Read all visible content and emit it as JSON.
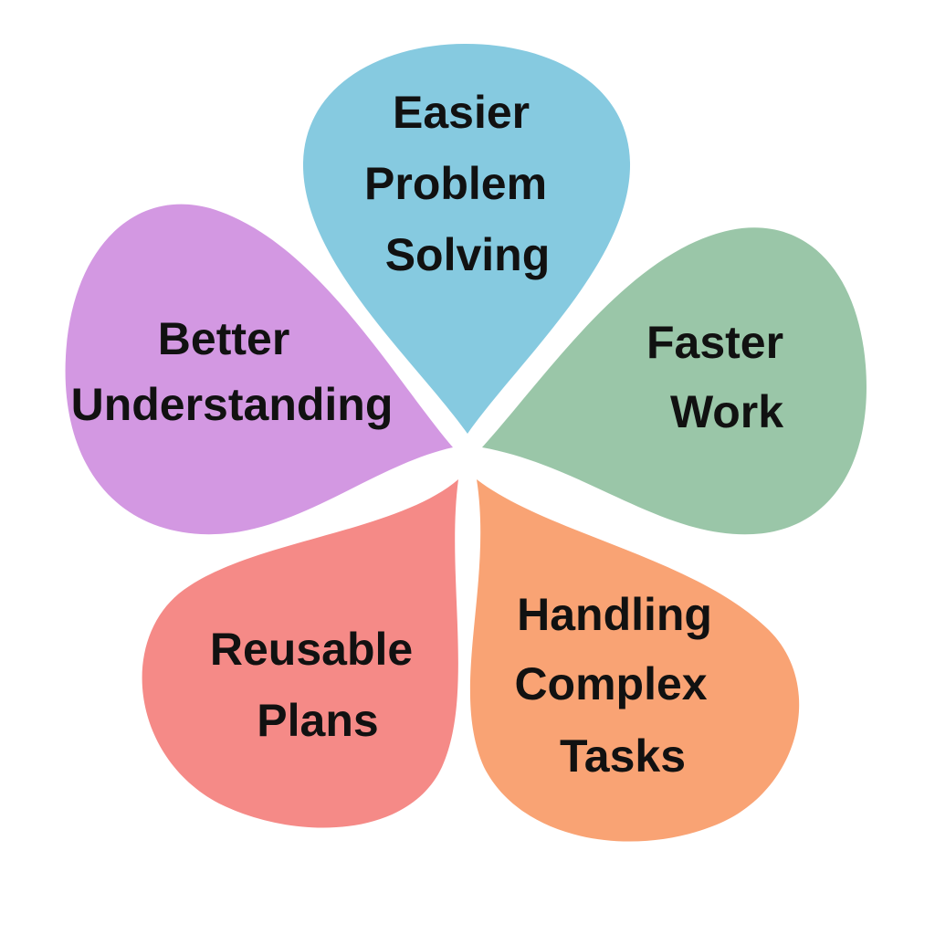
{
  "petals": [
    {
      "id": "easier-problem-solving",
      "color": "#86CAE0",
      "lines": [
        "Easier",
        "Problem",
        "Solving"
      ]
    },
    {
      "id": "faster-work",
      "color": "#9AC6A8",
      "lines": [
        "Faster",
        "Work"
      ]
    },
    {
      "id": "handling-complex-tasks",
      "color": "#F9A374",
      "lines": [
        "Handling",
        "Complex",
        "Tasks"
      ]
    },
    {
      "id": "reusable-plans",
      "color": "#F58A87",
      "lines": [
        "Reusable",
        "Plans"
      ]
    },
    {
      "id": "better-understanding",
      "color": "#D398E2",
      "lines": [
        "Better",
        "Understanding"
      ]
    }
  ]
}
